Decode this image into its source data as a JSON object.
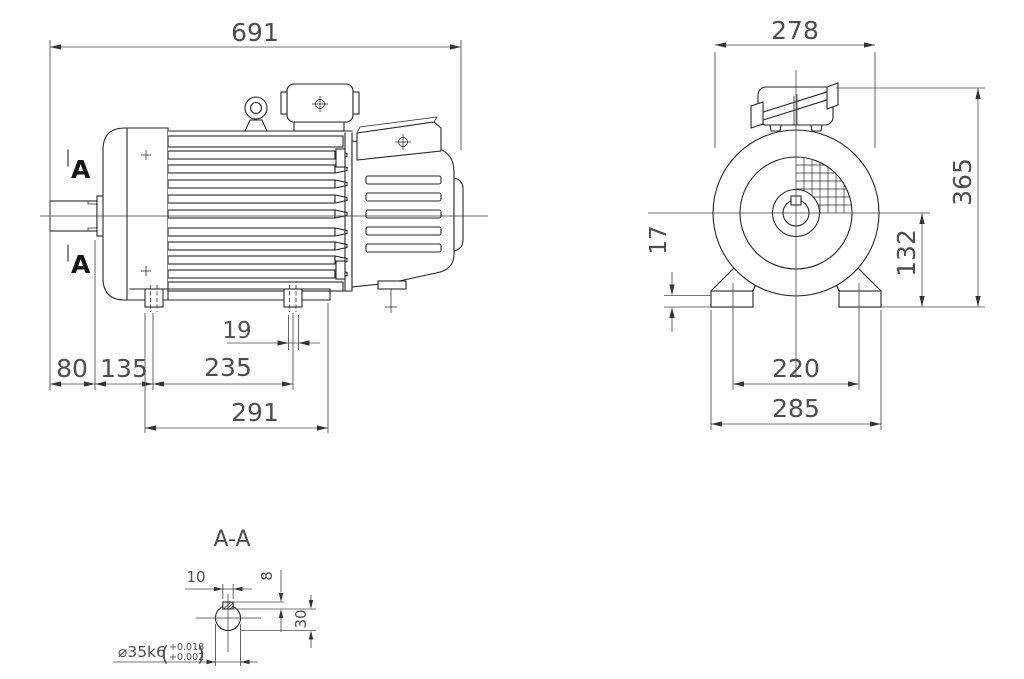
{
  "drawing": {
    "side_view": {
      "overall_length": "691",
      "shaft_extension": "80",
      "face_to_foot": "135",
      "foot_bolt_spacing": "235",
      "foot_length": "291",
      "foot_slot_width": "19",
      "section_label": "A"
    },
    "front_view": {
      "body_width": "278",
      "overall_height": "365",
      "shaft_center_height": "132",
      "foot_thickness": "17",
      "foot_bolt_spacing": "220",
      "foot_overall_width": "285"
    },
    "section_aa": {
      "title": "A-A",
      "key_width": "10",
      "key_height": "8",
      "shaft_flat_height": "30",
      "shaft_diameter_spec": "⌀35k6",
      "paren_open": "(",
      "paren_close": ")",
      "tolerance_upper": "+0.018",
      "tolerance_lower": "+0.002"
    },
    "colors": {
      "line": "#262626",
      "dimension_text": "#4d4d4d",
      "background": "#ffffff"
    }
  }
}
